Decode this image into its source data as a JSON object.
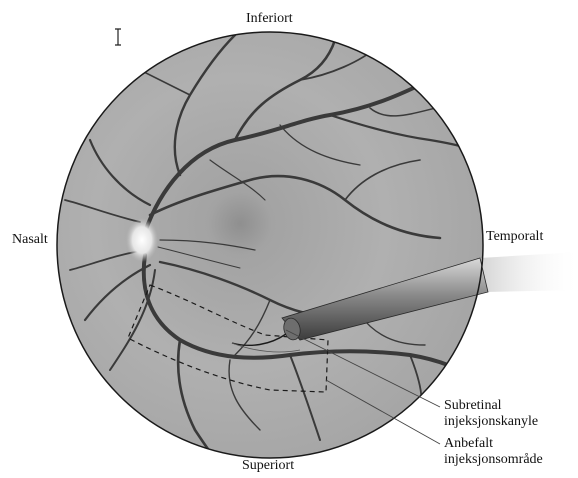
{
  "labels": {
    "inferior": "Inferiort",
    "nasal": "Nasalt",
    "temporal": "Temporalt",
    "superior": "Superiort",
    "cannula_line1": "Subretinal",
    "cannula_line2": "injeksjonskanyle",
    "area_line1": "Anbefalt",
    "area_line2": "injeksjonsområde"
  },
  "colors": {
    "fundus": "#a9a9a9",
    "vessel": "#3a3a3a",
    "outline": "#1a1a1a",
    "disc": "#e8e8e8"
  },
  "icons": {
    "cursor": "text-cursor-icon"
  }
}
